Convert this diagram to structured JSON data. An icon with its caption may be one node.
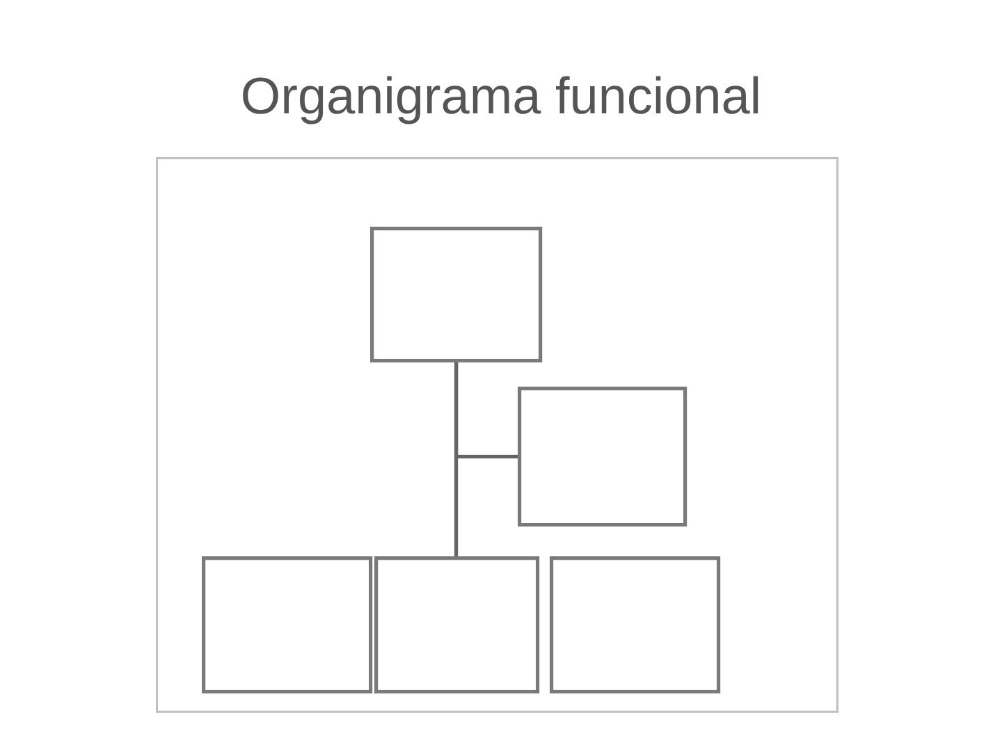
{
  "diagram": {
    "title": "Organigrama funcional",
    "nodes": [
      {
        "text": [],
        "shape": "box"
      },
      {
        "text": [],
        "shape": "box",
        "in": 0
      },
      {
        "text": [],
        "shape": "box",
        "in": 0
      },
      {
        "text": [],
        "shape": "box",
        "in": 0
      },
      {
        "text": [],
        "shape": "box",
        "in": 0
      },
      {
        "text": [],
        "shape": "box",
        "in": 0
      }
    ],
    "edges": [
      {
        "from": 1,
        "to": 2,
        "arrow": "none"
      },
      {
        "from": 1,
        "to": 4,
        "arrow": "none"
      }
    ]
  }
}
